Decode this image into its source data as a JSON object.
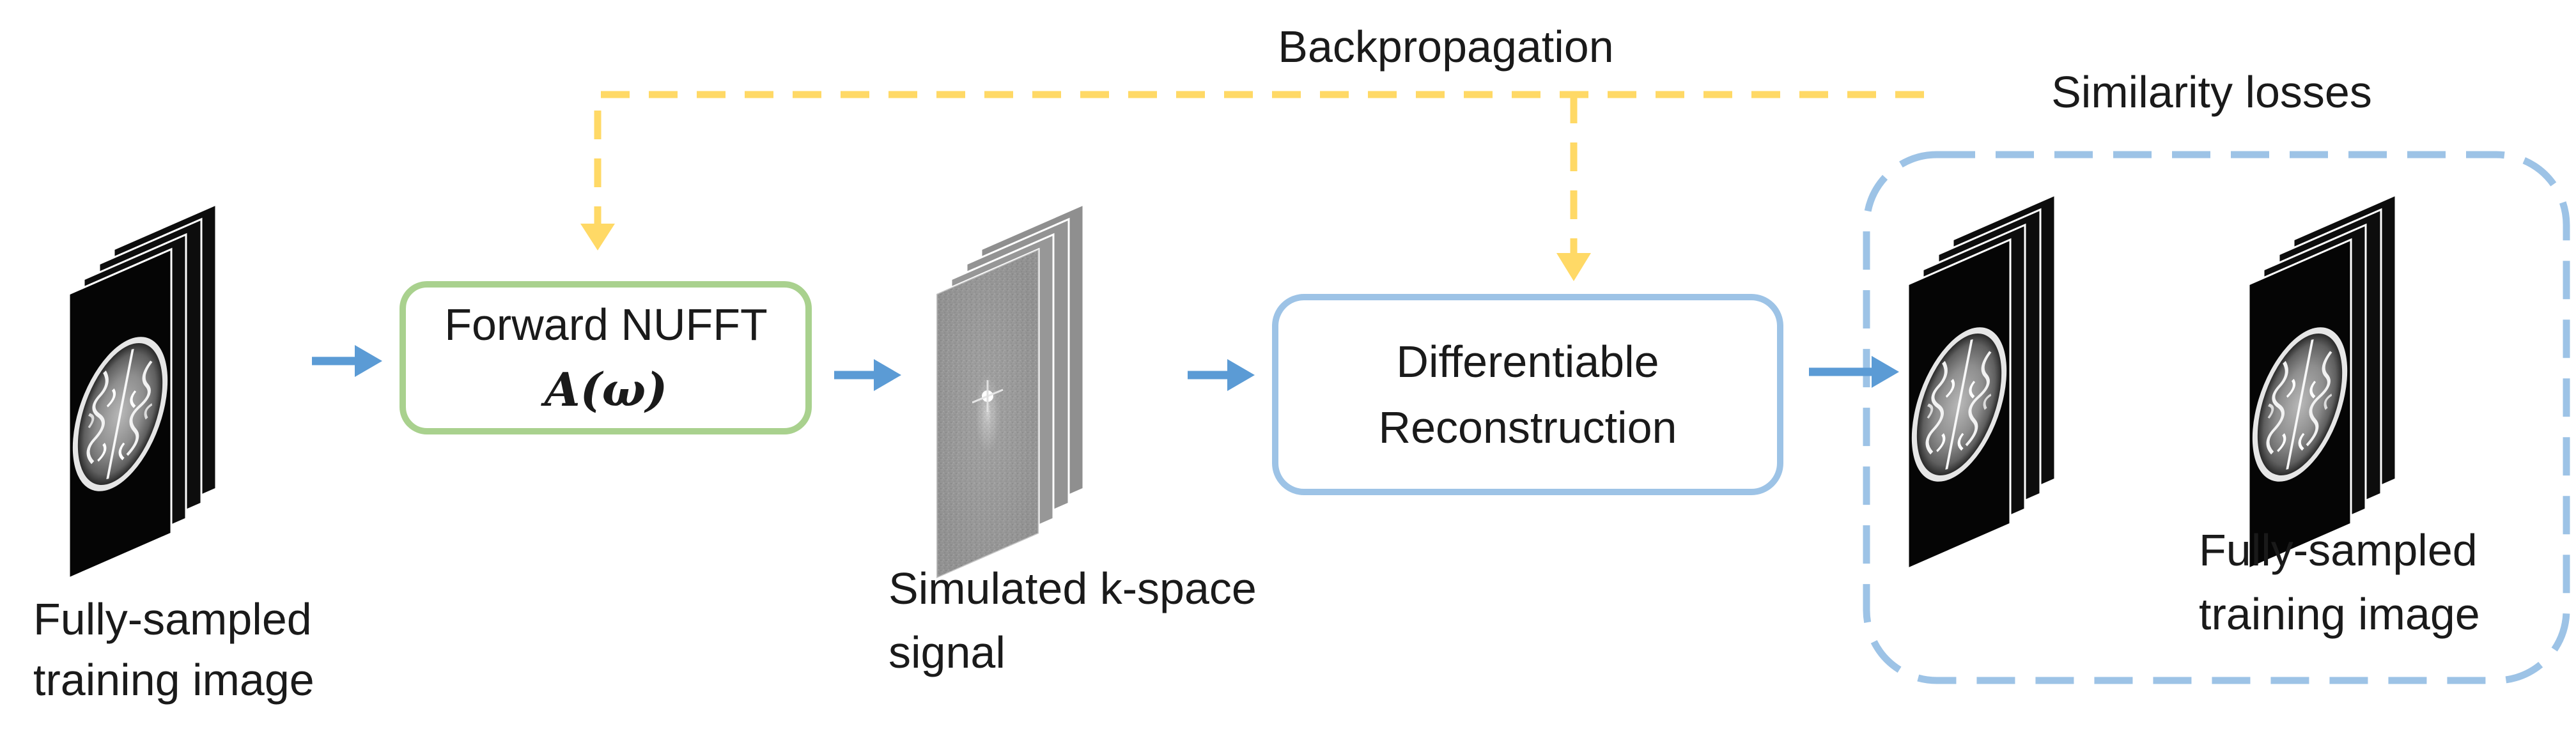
{
  "title": "",
  "nodes": {
    "input": {
      "label_line1": "Fully-sampled",
      "label_line2": "training image"
    },
    "nufft": {
      "label_line1": "Forward NUFFT",
      "formula": "A(ω)",
      "border_color": "#A9D18E"
    },
    "kspace": {
      "label_line1": "Simulated k-space",
      "label_line2": "signal"
    },
    "recon": {
      "label_line1": "Differentiable",
      "label_line2": "Reconstruction",
      "border_color": "#9DC3E6"
    },
    "output": {
      "label_line1": "Fully-sampled",
      "label_line2": "training image"
    }
  },
  "groups": {
    "similarity": {
      "label": "Similarity losses",
      "border_color": "#9DC3E6"
    }
  },
  "edges": {
    "backprop": {
      "label": "Backpropagation",
      "color": "#FFD966"
    },
    "forward_color": "#5B9BD5"
  }
}
